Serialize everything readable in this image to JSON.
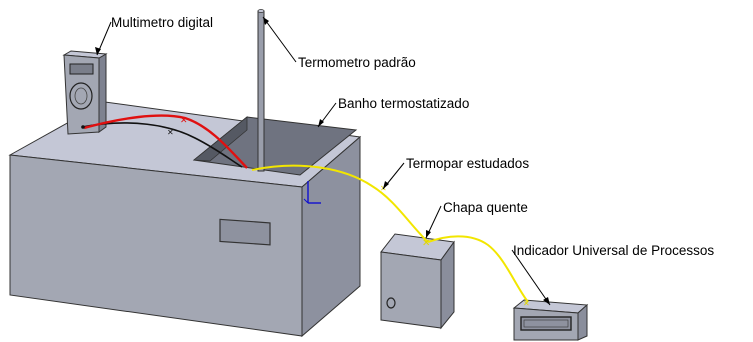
{
  "labels": {
    "multimeter": "Multimetro digital",
    "thermometer": "Termometro padrão",
    "bath": "Banho termostatizado",
    "thermocouple": "Termopar estudados",
    "hotplate": "Chapa quente",
    "indicator": "Indicador Universal de Processos"
  },
  "colors": {
    "box_front": "#a3a7b3",
    "box_top": "#c4c7d6",
    "box_side": "#8a8e9c",
    "thermocouple_wire": "#f2e600",
    "red_wire": "#e01010",
    "black_wire": "#111111",
    "axis_blue": "#1010d0"
  }
}
